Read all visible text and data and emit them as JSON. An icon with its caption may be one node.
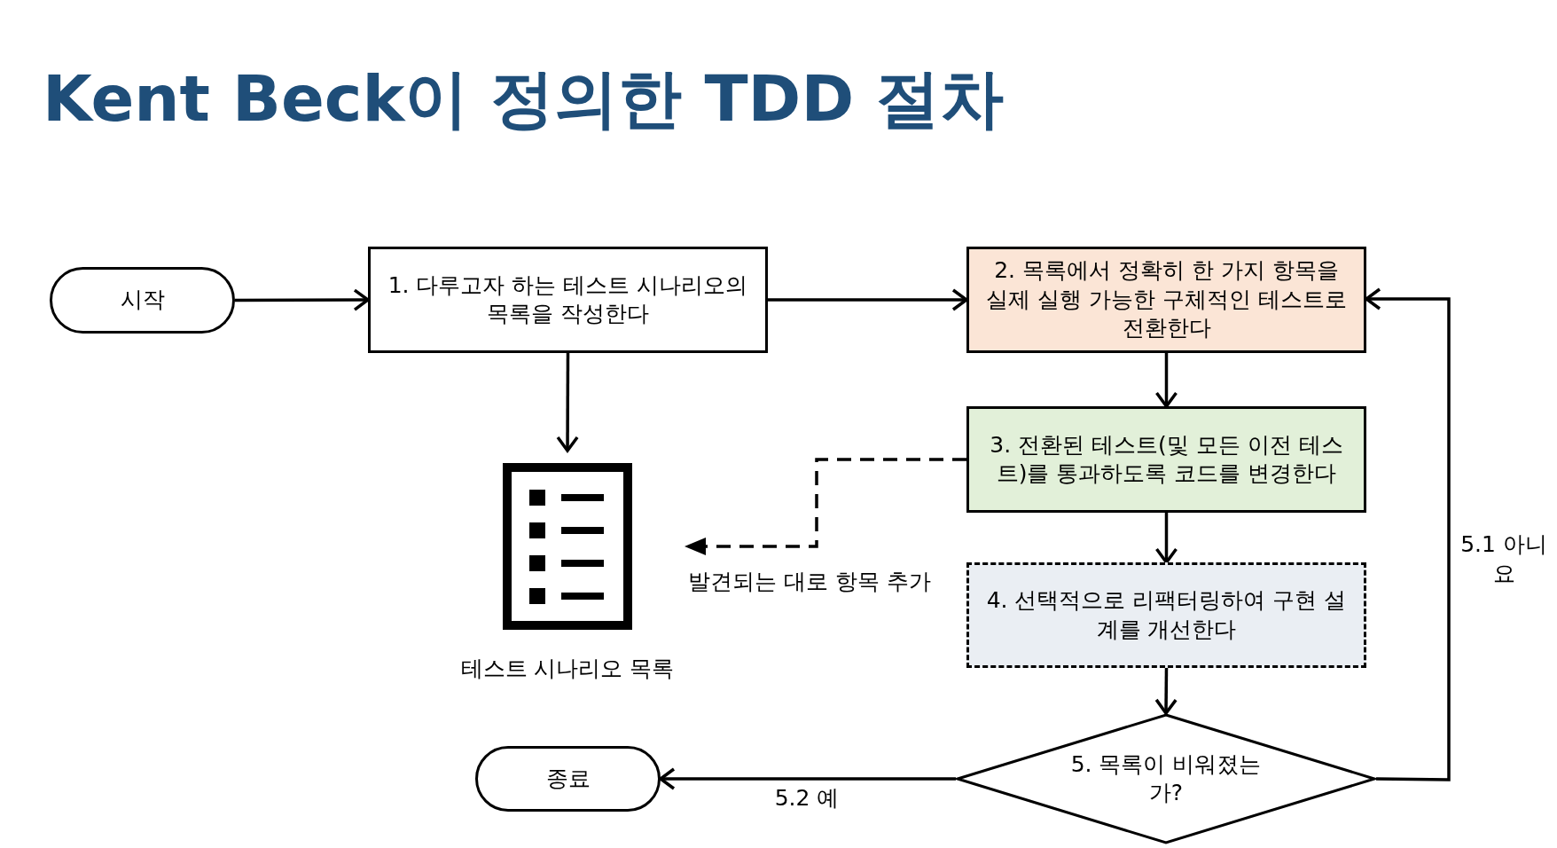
{
  "diagram": {
    "title": "Kent Beck이 정의한 TDD 절차",
    "nodes": [
      {
        "text": [
          "시작"
        ]
      },
      {
        "text": [
          "1. 다루고자 하는 테스트 시나리오의 목록을 작성한다"
        ]
      },
      {
        "text": [
          "2. 목록에서 정확히 한 가지 항목을 실제 실행 가능한 구체적인 테스트로 전환한다"
        ]
      },
      {
        "text": [
          "3. 전환된 테스트(및 모든 이전 테스트)를 통과하도록 코드를 변경한다"
        ]
      },
      {
        "text": [
          "4. 선택적으로 리팩터링하여 구현 설계를 개선한다"
        ]
      },
      {
        "text": [
          "5. 목록이 비워졌는가?"
        ]
      },
      {
        "text": [
          "테스트 시나리오 목록"
        ]
      },
      {
        "text": [
          "종료"
        ]
      }
    ],
    "edges": [
      {
        "from": 0,
        "to": 1,
        "arrow": "to"
      },
      {
        "from": 1,
        "to": 2,
        "arrow": "to"
      },
      {
        "from": 1,
        "to": 6,
        "arrow": "to"
      },
      {
        "from": 2,
        "to": 3,
        "arrow": "to"
      },
      {
        "from": 3,
        "to": 6,
        "arrow": "to",
        "label": "발견되는 대로 항목 추가",
        "style": "dashed"
      },
      {
        "from": 3,
        "to": 4,
        "arrow": "to"
      },
      {
        "from": 4,
        "to": 5,
        "arrow": "to"
      },
      {
        "from": 5,
        "to": 2,
        "arrow": "to",
        "label": "5.1 아니요"
      },
      {
        "from": 5,
        "to": 7,
        "arrow": "to",
        "label": "5.2 예"
      }
    ]
  }
}
